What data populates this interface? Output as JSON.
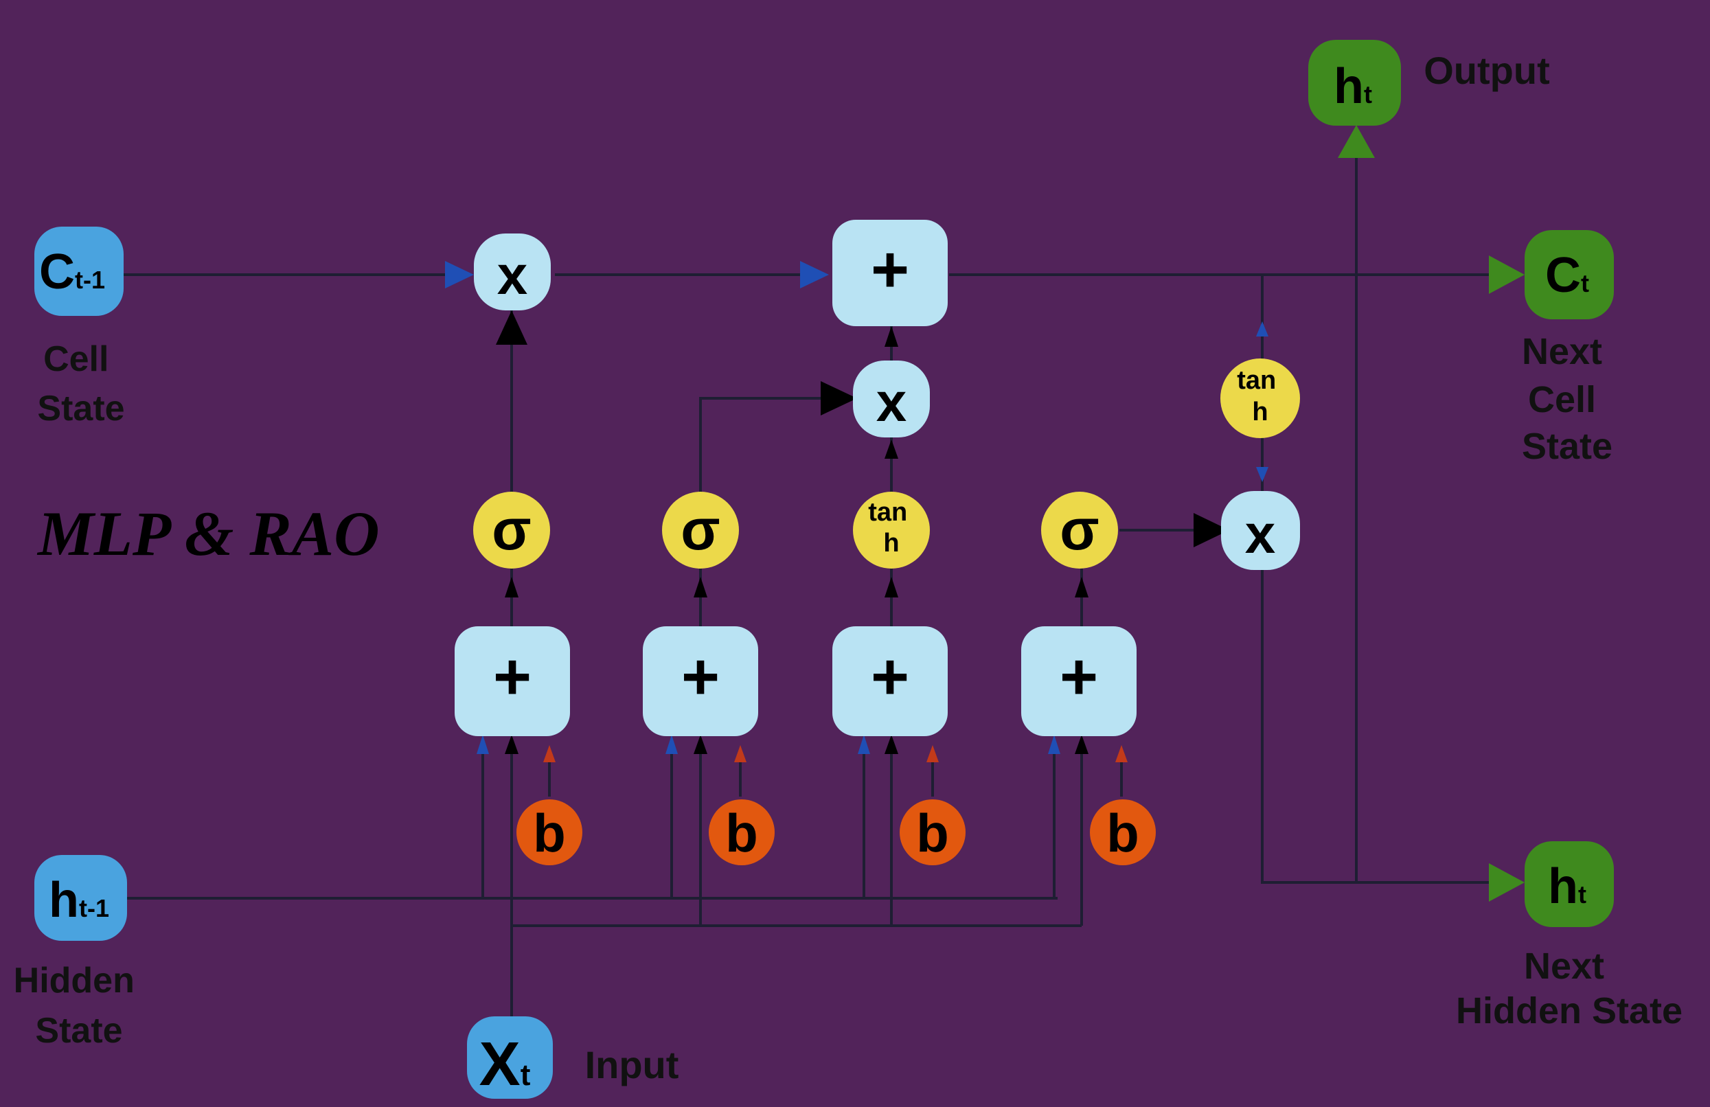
{
  "title": "MLP & RAO",
  "colors": {
    "background": "#52235a",
    "input_node": "#4aa3df",
    "op_node": "#b9e3f3",
    "activation_node": "#ecd94a",
    "bias_node": "#e2580f",
    "output_node": "#3f8a1e",
    "line": "#1e1e33",
    "arrow_blue": "#1f4fb5",
    "arrow_red": "#c23a1a",
    "arrow_green": "#3f8a1e"
  },
  "inputs": {
    "cell_prev": {
      "symbol": "C",
      "sub": "t-1",
      "label_lines": [
        "Cell",
        "State"
      ]
    },
    "hidden_prev": {
      "symbol": "h",
      "sub": "t-1",
      "label_lines": [
        "Hidden",
        "State"
      ]
    },
    "x_input": {
      "symbol": "X",
      "sub": "t",
      "label": "Input"
    }
  },
  "outputs": {
    "output": {
      "symbol": "h",
      "sub": "t",
      "label": "Output"
    },
    "next_cell": {
      "symbol": "C",
      "sub": "t",
      "label_lines": [
        "Next",
        "Cell",
        "State"
      ]
    },
    "next_hidden": {
      "symbol": "h",
      "sub": "t",
      "label_lines": [
        "Next",
        "Hidden State"
      ]
    }
  },
  "operators": {
    "multiply": "x",
    "add": "+",
    "sigmoid": "σ",
    "tanh_lines": [
      "tan",
      "h"
    ],
    "bias": "b"
  }
}
